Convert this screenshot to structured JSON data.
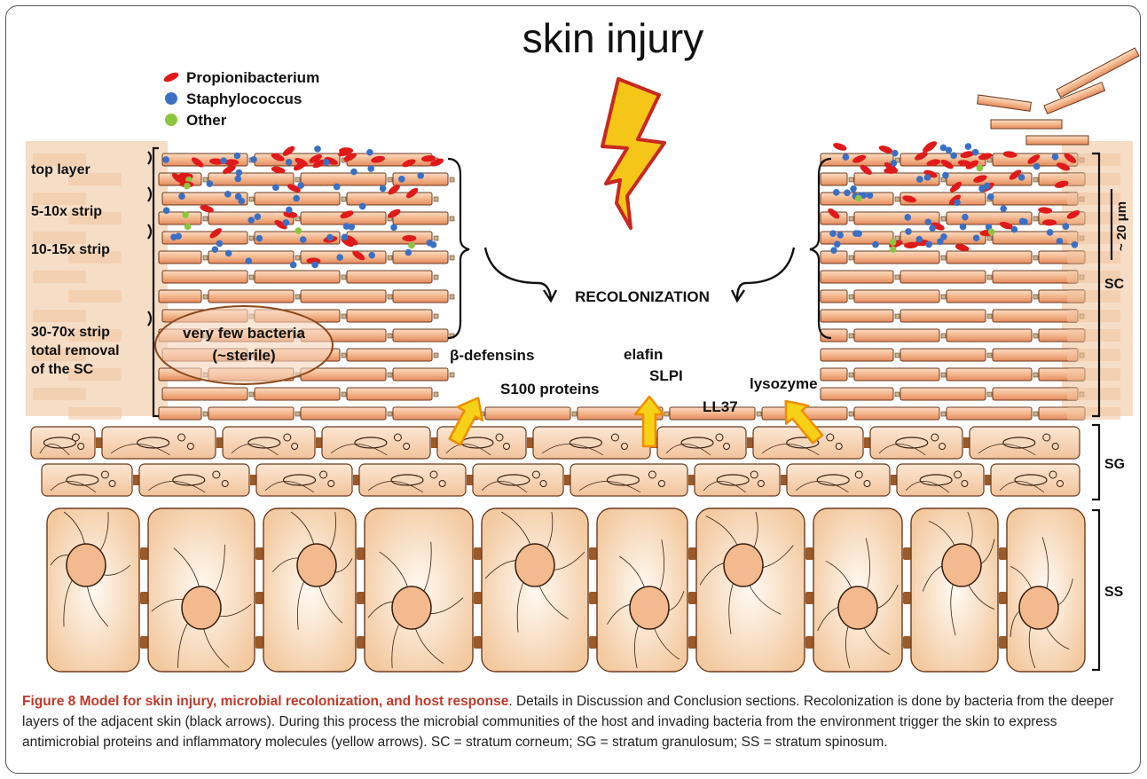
{
  "figure": {
    "title": "skin injury",
    "legend": [
      {
        "label": "Propionibacterium",
        "color": "#e01a1a",
        "shape": "rod"
      },
      {
        "label": "Staphylococcus",
        "color": "#3b6fc4",
        "shape": "coccus"
      },
      {
        "label": "Other",
        "color": "#8cc63f",
        "shape": "coccus"
      }
    ],
    "left_labels": {
      "top_layer": "top layer",
      "strip_5_10": "5-10x strip",
      "strip_10_15": "10-15x strip",
      "strip_30_70": "30-70x strip",
      "total_removal_1": "total removal",
      "total_removal_2": "of the SC"
    },
    "sterile_1": "very few bacteria",
    "sterile_2": "(~sterile)",
    "recolonization": "RECOLONIZATION",
    "molecules": {
      "b_defensins": "β-defensins",
      "elafin": "elafin",
      "slpi": "SLPI",
      "s100": "S100 proteins",
      "ll37": "LL37",
      "lysozyme": "lysozyme"
    },
    "right_labels": {
      "scale": "~ 20 μm",
      "sc": "SC",
      "sg": "SG",
      "ss": "SS"
    },
    "colors": {
      "cell_fill": "#f3b98f",
      "cell_dark": "#e58a5c",
      "desmosome": "#9a5a2a",
      "background_band": "#f4d7bc",
      "arrow_fill": "#f7d117",
      "arrow_stroke": "#f08c00",
      "bolt_fill": "#f5c518",
      "bolt_stroke": "#c8281e",
      "ellipse_stroke": "#8b4a1c"
    }
  },
  "caption": {
    "title": "Figure 8 Model for skin injury, microbial recolonization, and host response",
    "body": ". Details in Discussion and Conclusion sections. Recolonization is done by bacteria from the deeper layers of the adjacent skin (black arrows). During this process the microbial communities of the host and invading bacteria from the environment trigger the skin to express antimicrobial proteins and inflammatory molecules (yellow arrows). SC = stratum corneum; SG = stratum granulosum; SS = stratum spinosum."
  }
}
